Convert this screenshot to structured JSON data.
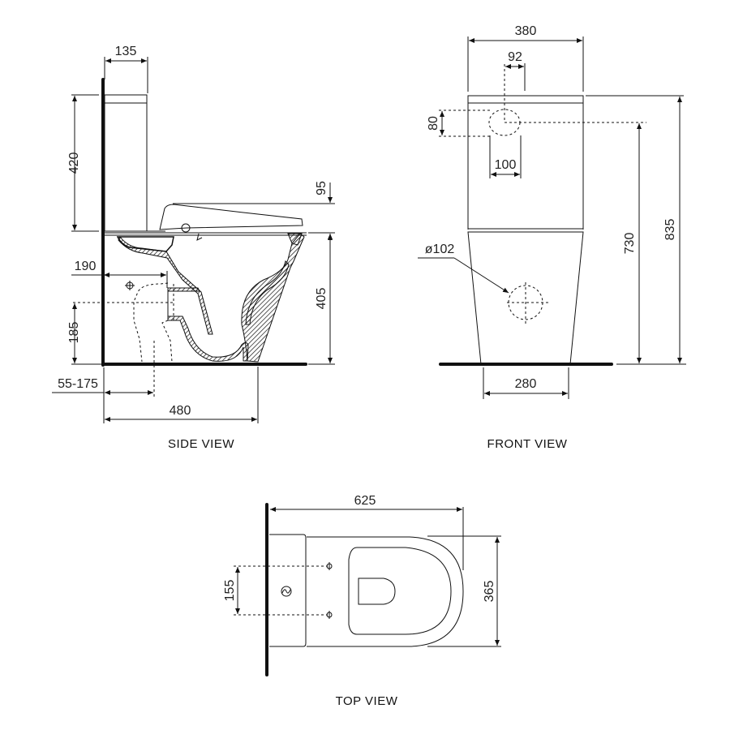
{
  "views": {
    "side": {
      "caption": "SIDE VIEW",
      "dimensions": {
        "tank_depth": "135",
        "tank_height": "420",
        "seat_height": "95",
        "wall_to_inlet": "190",
        "inlet_height": "185",
        "outlet_set_out": "55-175",
        "pan_height": "405",
        "overall_depth": "480"
      }
    },
    "front": {
      "caption": "FRONT VIEW",
      "dimensions": {
        "overall_width": "380",
        "inlet_offset": "92",
        "inlet_height_size": "80",
        "inlet_width_size": "100",
        "outlet_diameter": "ø102",
        "inlet_height_from_floor": "730",
        "overall_height": "835",
        "base_width": "280"
      }
    },
    "top": {
      "caption": "TOP VIEW",
      "dimensions": {
        "overall_depth": "625",
        "fixing_spacing": "155",
        "overall_width": "365"
      }
    }
  }
}
